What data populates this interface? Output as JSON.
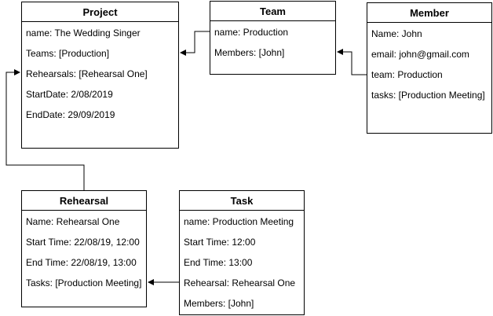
{
  "entities": {
    "project": {
      "title": "Project",
      "fields": [
        "name: The Wedding Singer",
        "Teams: [Production]",
        "Rehearsals: [Rehearsal One]",
        "StartDate: 2/08/2019",
        "EndDate: 29/09/2019"
      ]
    },
    "team": {
      "title": "Team",
      "fields": [
        "name: Production",
        "Members: [John]"
      ]
    },
    "member": {
      "title": "Member",
      "fields": [
        "Name: John",
        "email: john@gmail.com",
        "team: Production",
        "tasks: [Production Meeting]"
      ]
    },
    "rehearsal": {
      "title": "Rehearsal",
      "fields": [
        "Name: Rehearsal One",
        "Start Time: 22/08/19, 12:00",
        "End Time: 22/08/19, 13:00",
        "Tasks: [Production Meeting]"
      ]
    },
    "task": {
      "title": "Task",
      "fields": [
        "name: Production Meeting",
        "Start Time: 12:00",
        "End Time: 13:00",
        "Rehearsal: Rehearsal One",
        "Members: [John]"
      ]
    }
  }
}
